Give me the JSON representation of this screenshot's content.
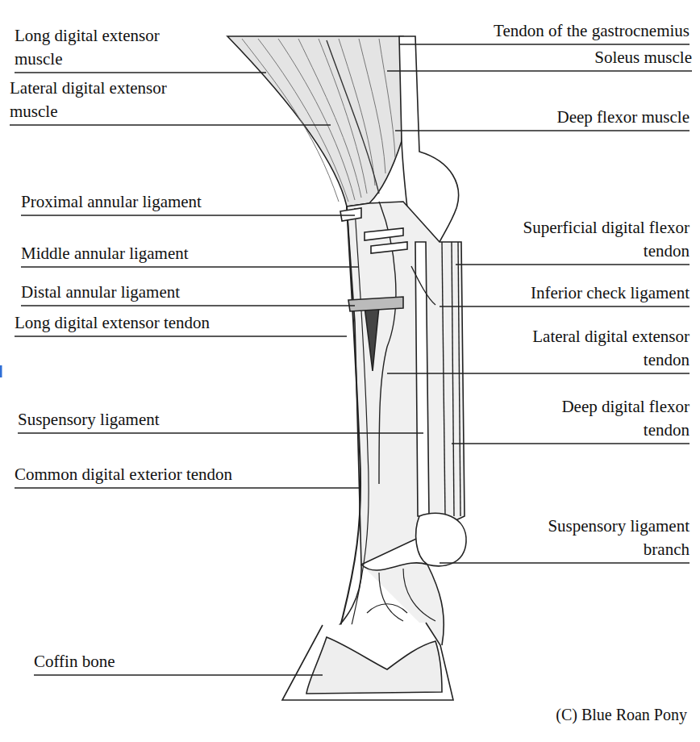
{
  "diagram": {
    "labels": [
      "Long digital extensor muscle",
      "Lateral digital extensor muscle",
      "Proximal annular ligament",
      "Middle annular ligament",
      "Distal annular ligament",
      "Long digital extensor tendon",
      "Suspensory ligament",
      "Common digital exterior tendon",
      "Coffin bone",
      "Tendon of the gastrocnemius",
      "Soleus muscle",
      "Deep flexor muscle",
      "Superficial digital flexor tendon",
      "Inferior check ligament",
      "Lateral digital extensor tendon",
      "Deep digital flexor tendon",
      "Suspensory ligament branch",
      "(C) Blue Roan Pony"
    ]
  }
}
